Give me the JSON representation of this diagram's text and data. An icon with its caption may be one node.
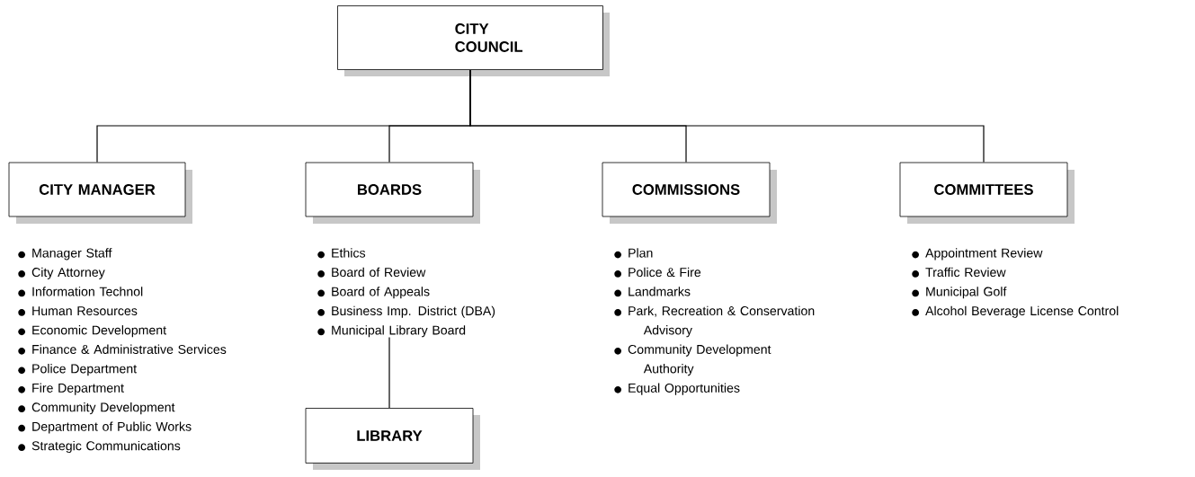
{
  "diagram": {
    "nodes": [
      {
        "text": [
          "CITY COUNCIL"
        ]
      },
      {
        "text": [
          "CITY MANAGER"
        ],
        "beside": [
          "Manager Staff",
          "City Attorney",
          "Information Technol",
          "Human Resources",
          "Economic Development",
          "Finance & Administrative Services",
          "Police Department",
          "Fire Department",
          "Community Development",
          "Department of Public Works",
          "Strategic Communications"
        ]
      },
      {
        "text": [
          "BOARDS"
        ],
        "beside": [
          "Ethics",
          "Board of Review",
          "Board of Appeals",
          "Business Imp. District (DBA)"
        ]
      },
      {
        "text": [
          "Municipal Library Board"
        ]
      },
      {
        "text": [
          "LIBRARY"
        ]
      },
      {
        "text": [
          "COMMISSIONS"
        ],
        "beside": [
          "Plan",
          "Police & Fire",
          "Landmarks",
          "Park, Recreation & Conservation Advisory",
          "Community Development Authority",
          "Equal Opportunities"
        ]
      },
      {
        "text": [
          "COMMITTEES"
        ],
        "beside": [
          "Appointment Review",
          "Traffic Review",
          "Municipal Golf",
          "Alcohol Beverage License Control"
        ]
      }
    ],
    "edges": [
      {
        "from": 0,
        "to": 1,
        "arrow": "none"
      },
      {
        "from": 0,
        "to": 2,
        "arrow": "none"
      },
      {
        "from": 0,
        "to": 5,
        "arrow": "none"
      },
      {
        "from": 0,
        "to": 6,
        "arrow": "none"
      },
      {
        "from": 3,
        "to": 4,
        "arrow": "none"
      }
    ]
  }
}
